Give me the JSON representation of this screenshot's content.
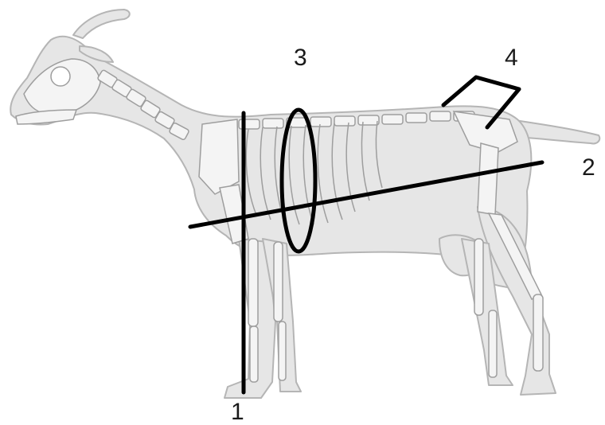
{
  "diagram": {
    "subject": "goat-skeleton-measurement",
    "labels": [
      {
        "id": "1",
        "text": "1"
      },
      {
        "id": "2",
        "text": "2"
      },
      {
        "id": "3",
        "text": "3"
      },
      {
        "id": "4",
        "text": "4"
      }
    ],
    "colors": {
      "body_fill": "#e6e6e6",
      "body_stroke": "#b5b5b5",
      "bone_fill": "#f4f4f4",
      "bone_stroke": "#9e9e9e",
      "marker": "#000000",
      "label": "#1a1a1a"
    }
  }
}
